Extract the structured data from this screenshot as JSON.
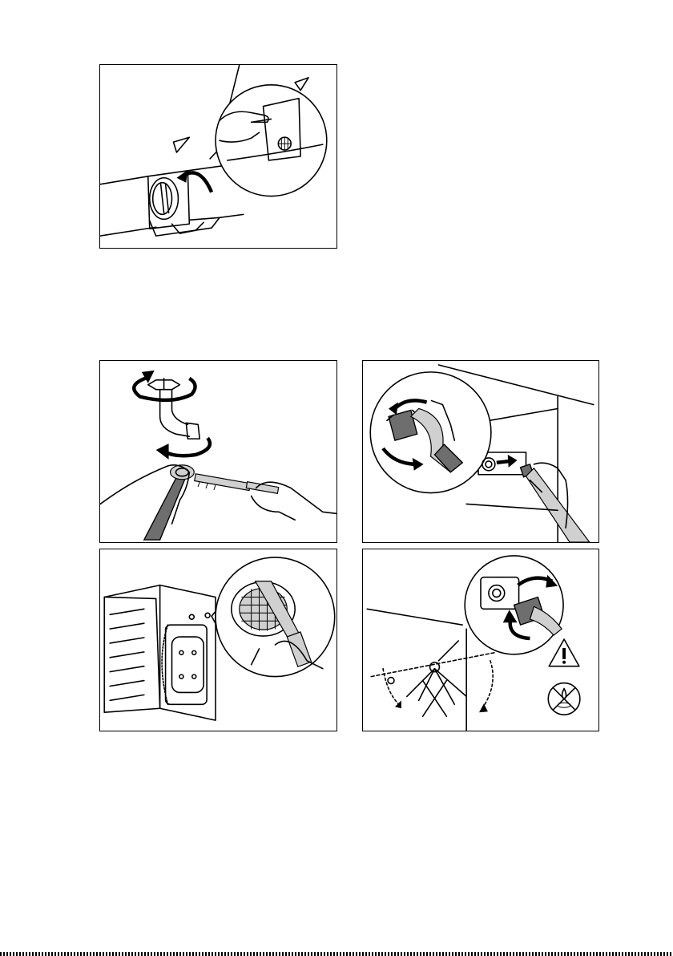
{
  "document": {
    "type": "appliance manual illustration page",
    "figures": [
      {
        "id": "fig-filter-flap",
        "depicts": [
          "hand-icon",
          "filter-flap-icon",
          "rotate-arrow-icon",
          "triangle-marker-icon"
        ]
      },
      {
        "id": "fig-tap-clean",
        "depicts": [
          "water-tap-icon",
          "hose-icon",
          "brush-icon",
          "rotate-arrow-icon"
        ]
      },
      {
        "id": "fig-hose-unscrew",
        "depicts": [
          "inlet-valve-icon",
          "hose-icon",
          "rotate-arrow-icon"
        ]
      },
      {
        "id": "fig-valve-filter-clean",
        "depicts": [
          "washing-machine-icon",
          "filter-mesh-icon",
          "brush-icon"
        ]
      },
      {
        "id": "fig-hose-refit",
        "depicts": [
          "hose-connector-icon",
          "rotate-arrow-icon",
          "warning-triangle-icon",
          "no-leak-icon"
        ]
      }
    ]
  }
}
